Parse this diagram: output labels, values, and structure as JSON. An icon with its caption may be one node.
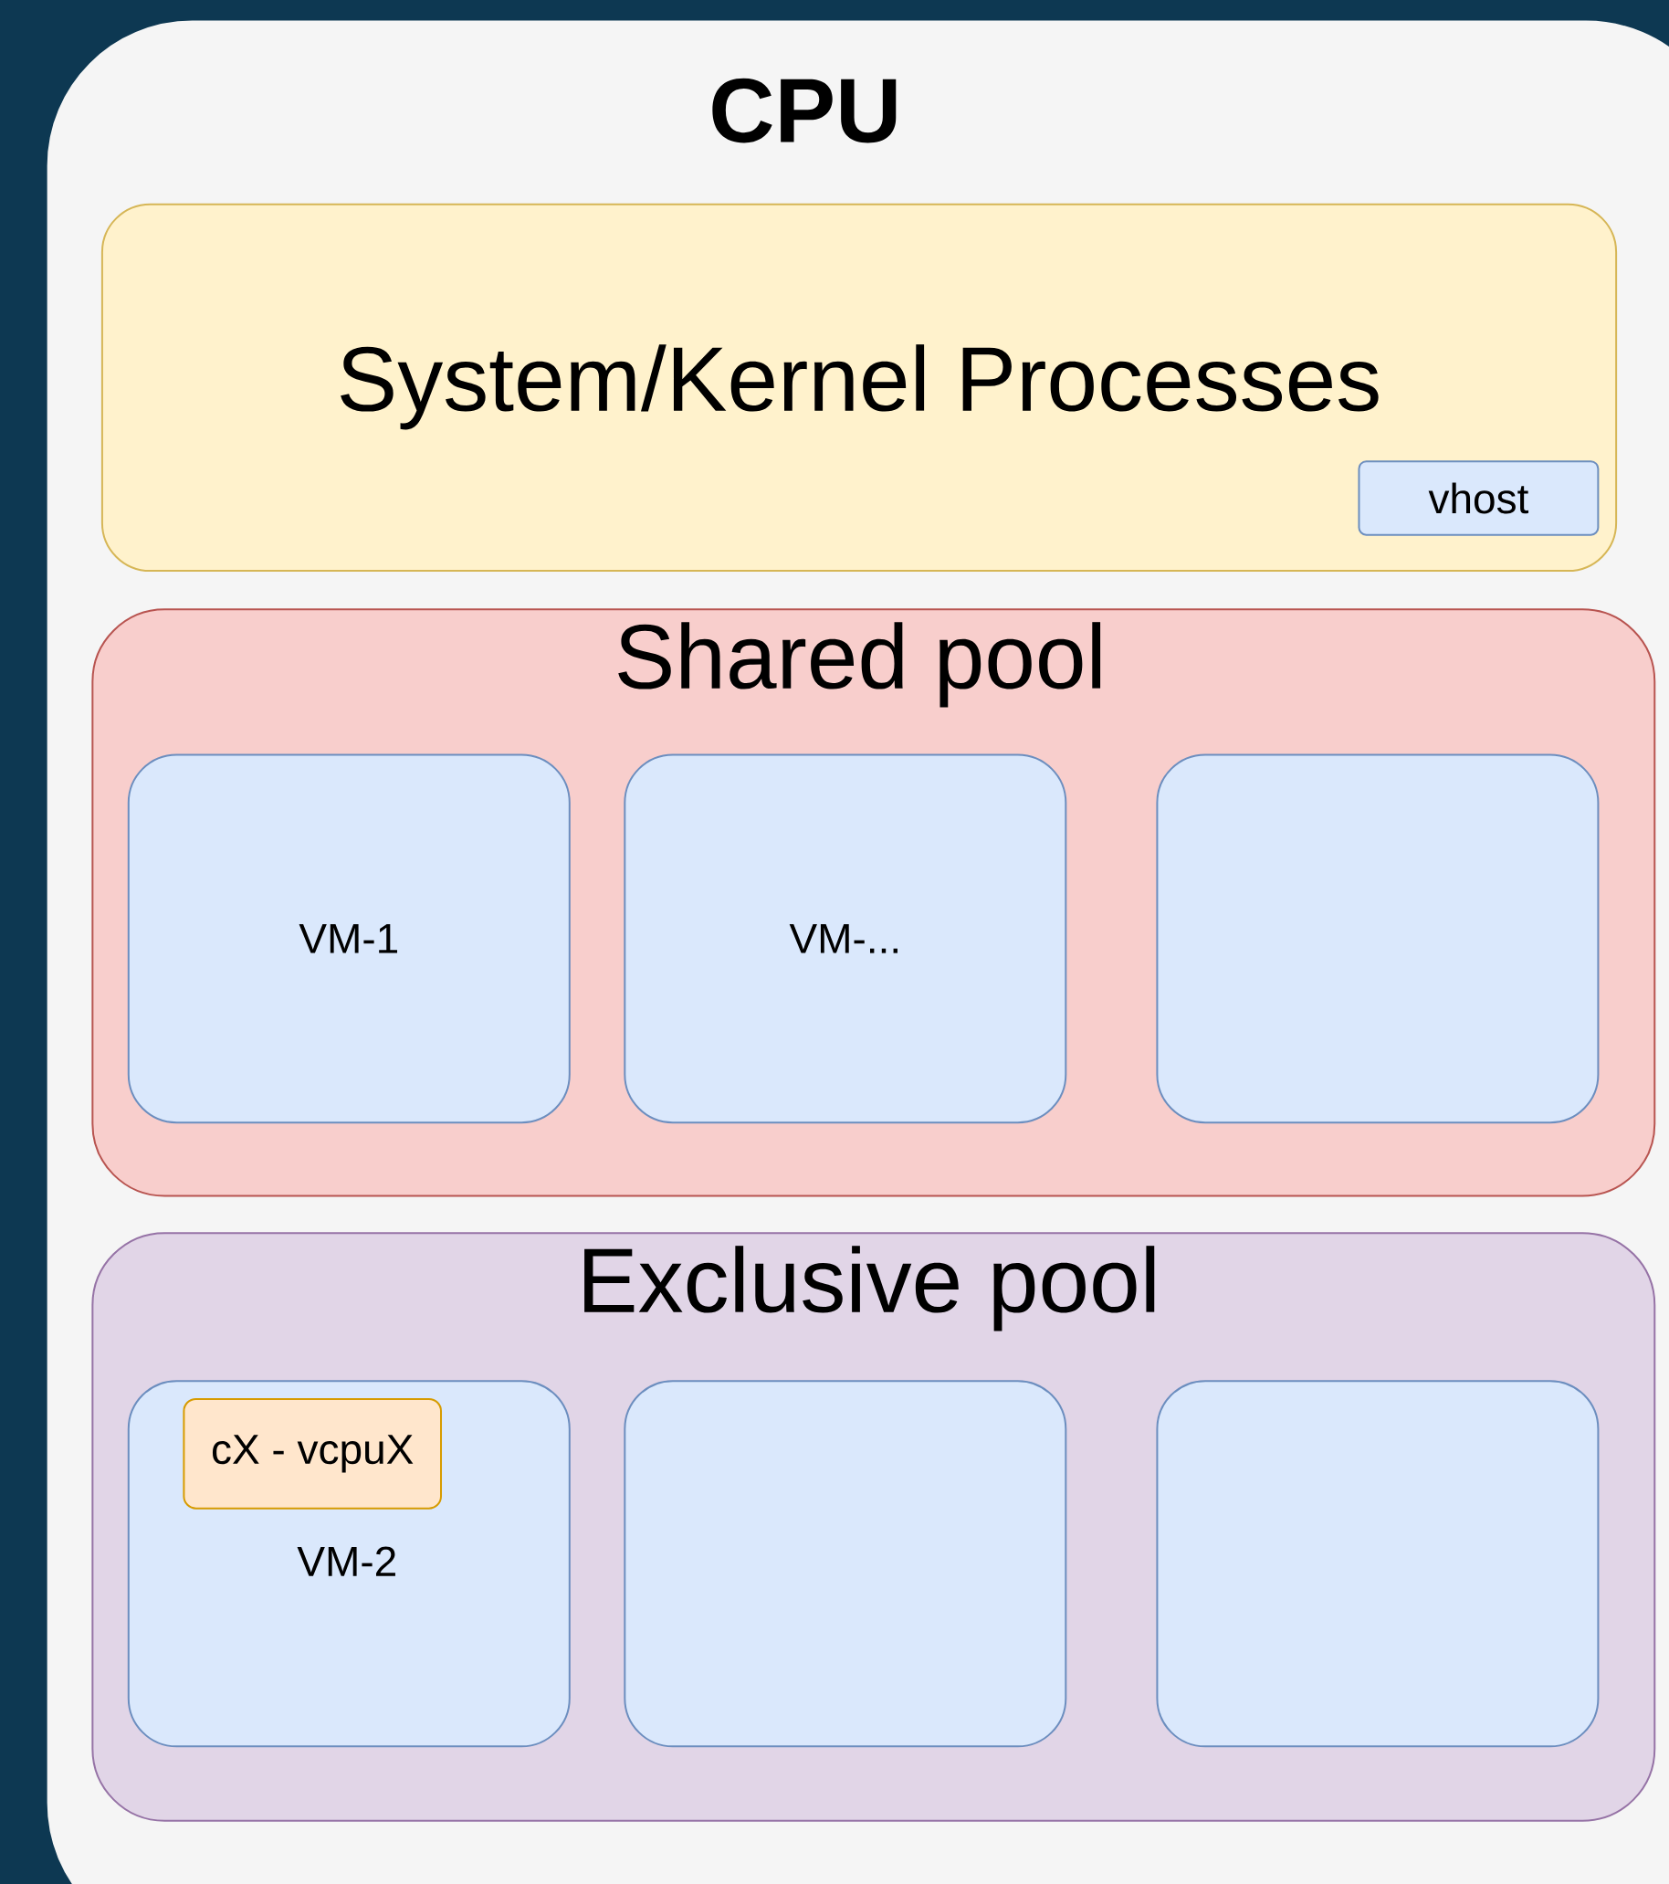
{
  "diagram": {
    "nodes": [
      {
        "text": [
          "CPU"
        ]
      },
      {
        "text": [
          "System/Kernel Processes"
        ],
        "in": 0
      },
      {
        "text": [
          "vhost"
        ],
        "in": 1
      },
      {
        "text": [
          "Shared pool"
        ],
        "in": 0
      },
      {
        "text": [
          "VM-1"
        ],
        "in": 3
      },
      {
        "text": [
          "VM-..."
        ],
        "in": 3
      },
      {
        "text": [],
        "shape": "box",
        "in": 3
      },
      {
        "text": [
          "Exclusive pool"
        ],
        "in": 0
      },
      {
        "text": [
          "VM-2"
        ],
        "in": 7
      },
      {
        "text": [
          "cX - vcpuX"
        ],
        "in": 8
      },
      {
        "text": [],
        "shape": "box",
        "in": 7
      },
      {
        "text": [],
        "shape": "box",
        "in": 7
      }
    ]
  }
}
